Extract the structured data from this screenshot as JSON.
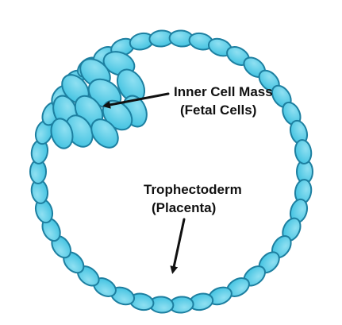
{
  "labels": {
    "inner_cell_mass": "Inner Cell Mass",
    "inner_cell_mass_sub": "(Fetal Cells)",
    "trophectoderm": "Trophectoderm",
    "trophectoderm_sub": "(Placenta)"
  },
  "colors": {
    "cell_fill": "#3fc1e0",
    "cell_highlight": "#8fe0f2",
    "cell_stroke": "#1d7fa0",
    "text": "#111111",
    "background": "#ffffff"
  }
}
